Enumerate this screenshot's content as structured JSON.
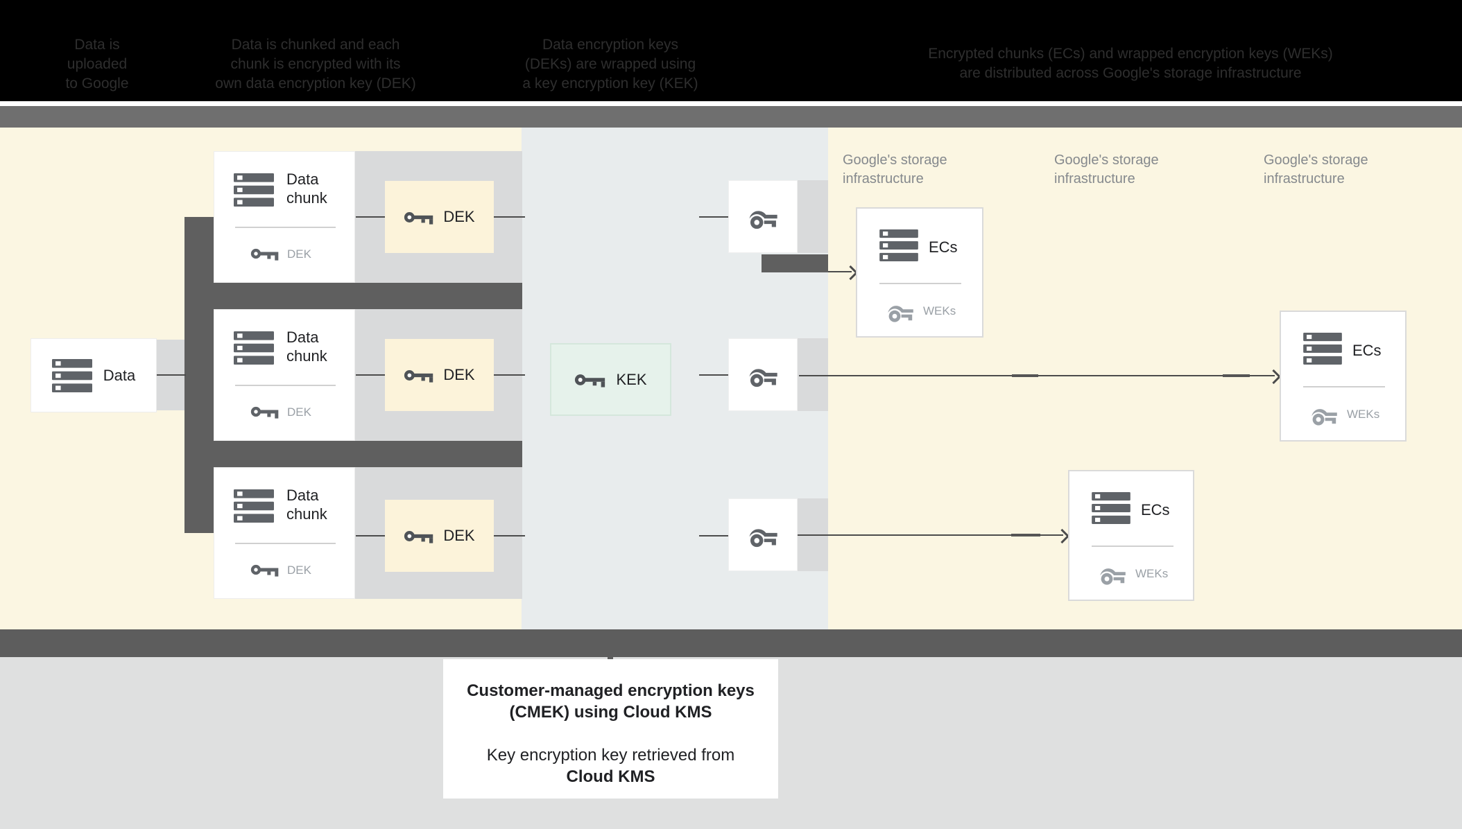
{
  "header": {
    "steps": [
      {
        "lines": [
          "Data is",
          "uploaded",
          "to Google"
        ]
      },
      {
        "lines": [
          "Data is chunked and each",
          "chunk is encrypted with its",
          "own data encryption key (DEK)"
        ]
      },
      {
        "lines": [
          "Data encryption keys",
          "(DEKs) are wrapped using",
          "a key encryption key (KEK)"
        ]
      },
      {
        "lines": [
          "Encrypted chunks (ECs) and wrapped encryption keys (WEKs)",
          "are distributed across Google's storage infrastructure"
        ]
      }
    ]
  },
  "diagram": {
    "data_box": {
      "label": "Data"
    },
    "chunks": [
      {
        "label_line1": "Data",
        "label_line2": "chunk",
        "key_label": "DEK"
      },
      {
        "label_line1": "Data",
        "label_line2": "chunk",
        "key_label": "DEK"
      },
      {
        "label_line1": "Data",
        "label_line2": "chunk",
        "key_label": "DEK"
      }
    ],
    "dek_boxes": [
      {
        "label": "DEK"
      },
      {
        "label": "DEK"
      },
      {
        "label": "DEK"
      }
    ],
    "kek_box": {
      "label": "KEK"
    },
    "storage_labels": [
      {
        "line1": "Google's storage",
        "line2": "infrastructure"
      },
      {
        "line1": "Google's storage",
        "line2": "infrastructure"
      },
      {
        "line1": "Google's storage",
        "line2": "infrastructure"
      }
    ],
    "ecs_boxes": [
      {
        "label": "ECs",
        "key_label": "WEKs"
      },
      {
        "label": "ECs",
        "key_label": "WEKs"
      },
      {
        "label": "ECs",
        "key_label": "WEKs"
      }
    ]
  },
  "callout": {
    "line1": "Customer-managed encryption keys",
    "line2": "(CMEK) using Cloud KMS",
    "line3": "Key encryption key retrieved from",
    "line4": "Cloud KMS"
  },
  "colors": {
    "yellow_region": "#fbf6e2",
    "middle_region": "#e8eced",
    "dek_box_fill": "#fcf3da",
    "kek_box_fill": "#e6f2eb",
    "connector_dark": "#5f5f5f",
    "connector_light": "#d9dadb",
    "top_band": "#6f6f6f",
    "bottom_band": "#5d5d5d",
    "bottom_area": "#dfe0e0",
    "icon_dark": "#5f6368",
    "muted_text": "#9aa0a6"
  }
}
